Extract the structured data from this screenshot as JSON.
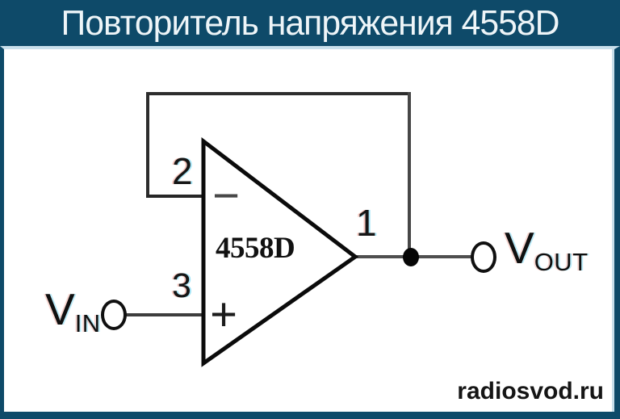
{
  "banner": {
    "title": "Повторитель напряжения 4558D"
  },
  "footer": {
    "watermark": "radiosvod.ru"
  },
  "colors": {
    "banner_bg": "#0e4a69",
    "accent_light": "#c9e0ec",
    "content_bg": "#ffffff",
    "ink": "#111111",
    "wire_gray": "#4f4f4f"
  },
  "circuit": {
    "opamp_label": "4558D",
    "pins": {
      "inverting": {
        "number": "2",
        "symbol": "−"
      },
      "noninverting": {
        "number": "3",
        "symbol": "+"
      },
      "output": {
        "number": "1"
      }
    },
    "terminals": {
      "input": {
        "base": "V",
        "sub": "IN"
      },
      "output": {
        "base": "V",
        "sub": "OUT"
      }
    }
  }
}
